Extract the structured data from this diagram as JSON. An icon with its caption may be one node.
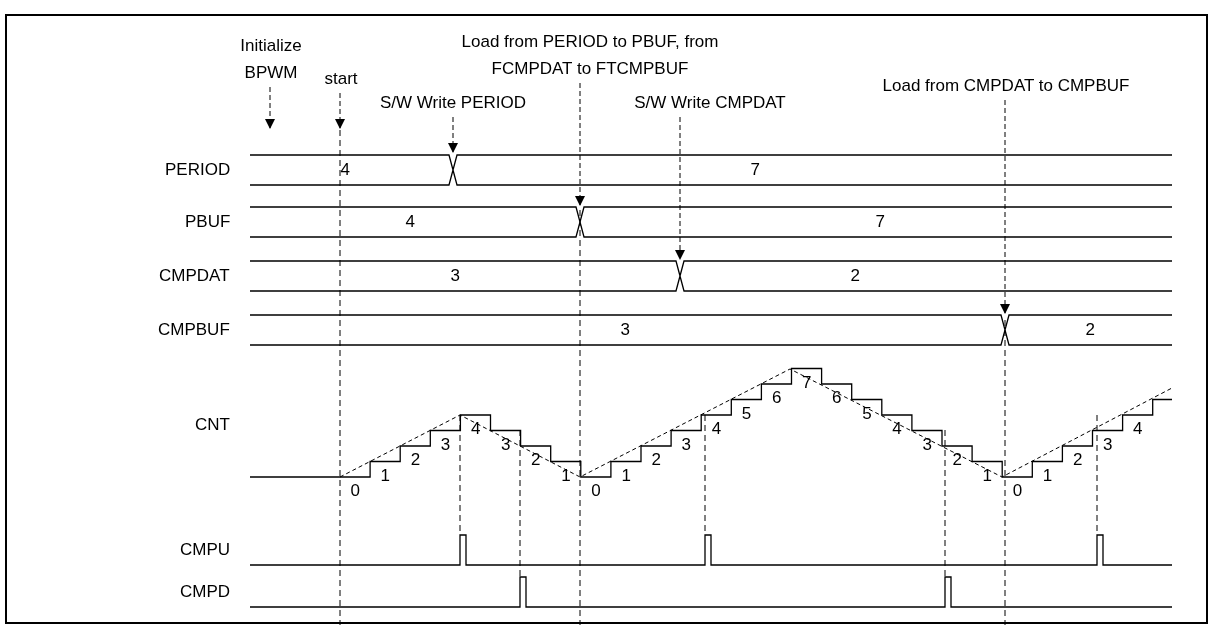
{
  "diagram": {
    "nodes": [
      {
        "text": [
          "Initialize BPWM"
        ]
      },
      {
        "text": [
          "start"
        ]
      },
      {
        "text": [
          "S/W Write PERIOD"
        ]
      },
      {
        "text": [
          "Load from PERIOD to PBUF, from FCMPDAT to FTCMPBUF"
        ]
      },
      {
        "text": [
          "S/W Write CMPDAT"
        ]
      },
      {
        "text": [
          "Load from CMPDAT to CMPBUF"
        ]
      }
    ],
    "edges": [
      {
        "from": 0,
        "to": null,
        "arrow": "to",
        "style": "dashed"
      },
      {
        "from": 1,
        "to": null,
        "arrow": "to",
        "style": "dashed"
      },
      {
        "from": 2,
        "to": null,
        "arrow": "to",
        "style": "dashed"
      },
      {
        "from": 3,
        "to": null,
        "arrow": "to",
        "style": "dashed"
      },
      {
        "from": 4,
        "to": null,
        "arrow": "to",
        "style": "dashed"
      },
      {
        "from": 5,
        "to": null,
        "arrow": "to",
        "style": "dashed"
      }
    ],
    "labels": [
      "PERIOD",
      "4",
      "7",
      "PBUF",
      "4",
      "7",
      "CMPDAT",
      "3",
      "2",
      "CMPBUF",
      "3",
      "2",
      "CNT",
      "0",
      "1",
      "2",
      "3",
      "4",
      "3",
      "2",
      "1",
      "0",
      "1",
      "2",
      "3",
      "4",
      "5",
      "6",
      "7",
      "6",
      "5",
      "4",
      "3",
      "2",
      "1",
      "0",
      "1",
      "2",
      "3",
      "4",
      "CMPU",
      "CMPD"
    ]
  }
}
